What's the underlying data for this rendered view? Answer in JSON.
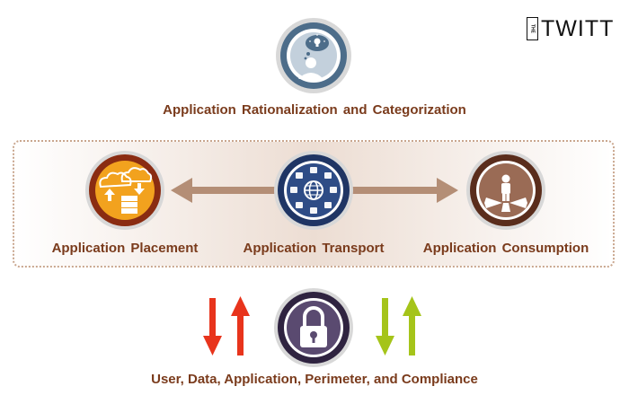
{
  "logo": {
    "box_text": "THE",
    "text": "TWITT"
  },
  "nodes": {
    "top": {
      "label": "Application Rationalization and Categorization",
      "icon": "idea-person-icon",
      "color": "#4d6d8a"
    },
    "placement": {
      "label": "Application Placement",
      "icon": "cloud-server-icon",
      "color": "#f2a21e"
    },
    "transport": {
      "label": "Application Transport",
      "icon": "globe-network-icon",
      "color": "#1f3564"
    },
    "consumption": {
      "label": "Application Consumption",
      "icon": "person-crossroads-icon",
      "color": "#7b4a33"
    },
    "security": {
      "label": "User, Data, Application,  Perimeter, and Compliance",
      "icon": "padlock-icon",
      "color": "#4b3a5e"
    }
  },
  "colors": {
    "label_text": "#7a3b1c",
    "arrow_horizontal": "#b48e76",
    "arrow_red": "#e8341c",
    "arrow_green": "#a5c41a",
    "band_border": "#c9a68e"
  }
}
